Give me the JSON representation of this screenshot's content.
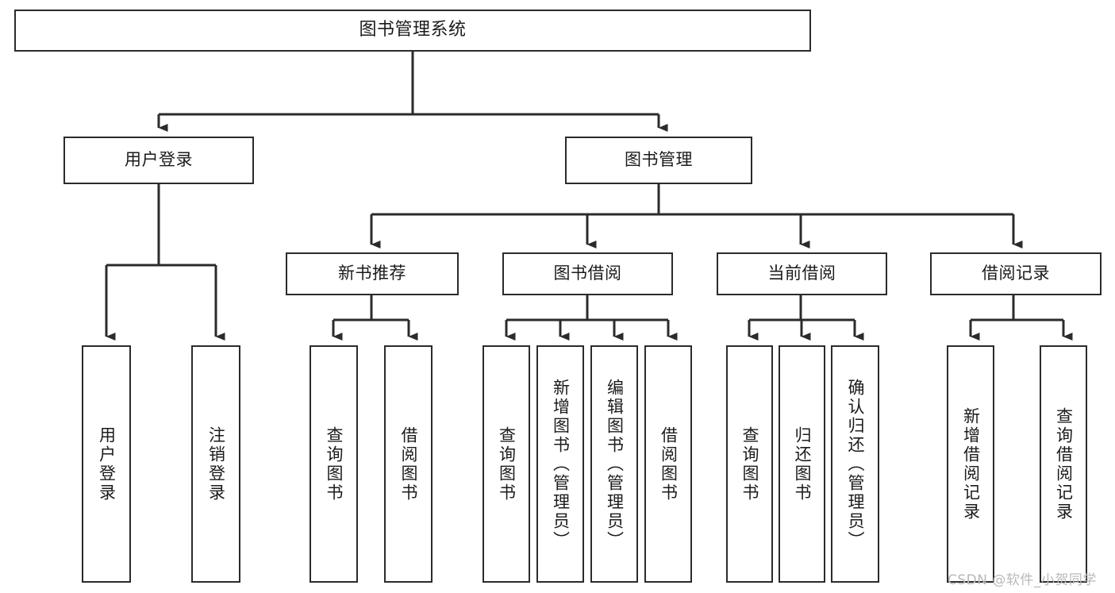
{
  "diagram": {
    "title": "图书管理系统",
    "type": "tree",
    "colors": {
      "stroke": "#2b2b2b",
      "fill": "#ffffff",
      "text": "#1b1b1b",
      "watermark": "#b9b9b9"
    },
    "root": {
      "label": "图书管理系统"
    },
    "level2": [
      {
        "label": "用户登录"
      },
      {
        "label": "图书管理"
      }
    ],
    "level3": [
      {
        "label": "新书推荐"
      },
      {
        "label": "图书借阅"
      },
      {
        "label": "当前借阅"
      },
      {
        "label": "借阅记录"
      }
    ],
    "leaves": {
      "user_login": [
        {
          "label": "用户登录"
        },
        {
          "label": "注销登录"
        }
      ],
      "new_book": [
        {
          "label": "查询图书"
        },
        {
          "label": "借阅图书"
        }
      ],
      "book_borrow": [
        {
          "label": "查询图书"
        },
        {
          "label": "新增图书（管理员）"
        },
        {
          "label": "编辑图书（管理员）"
        },
        {
          "label": "借阅图书"
        }
      ],
      "current_borrow": [
        {
          "label": "查询图书"
        },
        {
          "label": "归还图书"
        },
        {
          "label": "确认归还（管理员）"
        }
      ],
      "borrow_record": [
        {
          "label": "新增借阅记录"
        },
        {
          "label": "查询借阅记录"
        }
      ]
    }
  },
  "watermark": {
    "text": "CSDN @软件_小贺同学"
  }
}
